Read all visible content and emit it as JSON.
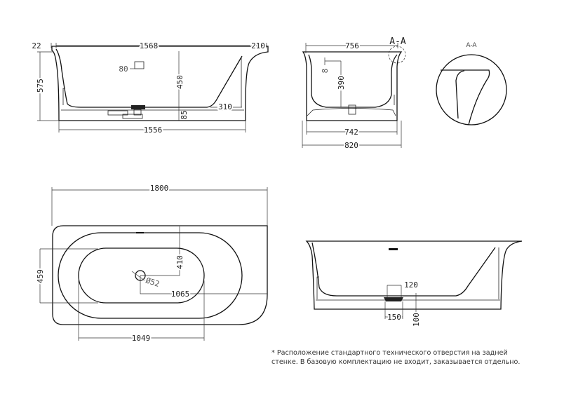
{
  "front_view": {
    "dim_rim_left": "22",
    "dim_inner_length": "1568",
    "dim_rim_right": "210",
    "dim_height": "575",
    "dim_overflow": "80",
    "dim_depth": "450",
    "dim_bottom_offset": "310",
    "dim_base": "85",
    "dim_base_length": "1556"
  },
  "side_view": {
    "dim_inner_width": "756",
    "section_label": "A-A",
    "dim_small": "8",
    "dim_depth": "390",
    "dim_base_width": "742",
    "dim_outer_width": "820"
  },
  "detail_view": {
    "label": "A-A"
  },
  "plan_view": {
    "dim_length": "1800",
    "dim_width": "459",
    "dim_drain_y": "410",
    "dim_drain_diameter": "Ø52",
    "dim_drain_x": "1065",
    "dim_inner_length": "1049"
  },
  "back_view": {
    "dim_drain_width": "120",
    "dim_drain_base": "150",
    "dim_height": "100"
  },
  "footnote": "* Расположение стандартного технического отверстия на задней стенке. В базовую комплектацию не входит, заказывается отдельно."
}
